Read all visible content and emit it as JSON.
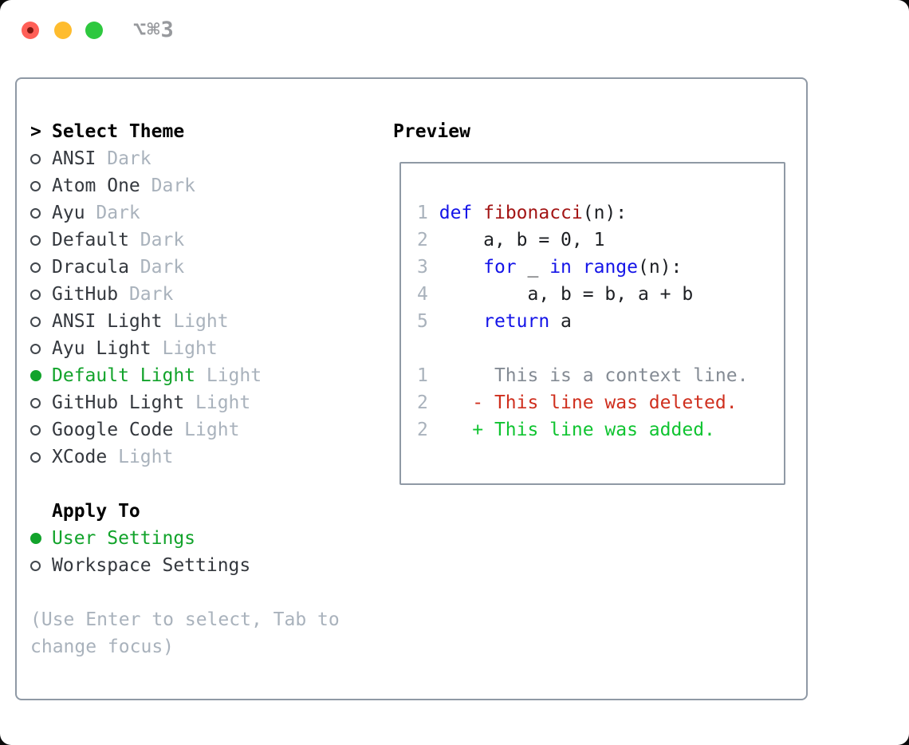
{
  "window": {
    "shortcut": "⌥⌘3"
  },
  "colors": {
    "backdrop": "#0a0a0a",
    "background": "#ffffff",
    "panel_border": "#8f99a5",
    "heading_text": "#000000",
    "item_text": "#34383e",
    "muted_text": "#a9b2bc",
    "context_text": "#848b94",
    "selected_green": "#12a32b",
    "added_green": "#10c431",
    "deleted_red": "#cf2f1e",
    "keyword_blue": "#1414e8",
    "function_red": "#a31515",
    "code_text": "#1d1f23",
    "traffic_red": "#ff5f57",
    "traffic_red_dot": "#801710",
    "traffic_yellow": "#febc2e",
    "traffic_green": "#2ec83f",
    "shortcut_text": "#97999d"
  },
  "theme_panel": {
    "prompt": ">",
    "title": "Select Theme",
    "items": [
      {
        "name": "ANSI",
        "variant": "Dark",
        "selected": false
      },
      {
        "name": "Atom One",
        "variant": "Dark",
        "selected": false
      },
      {
        "name": "Ayu",
        "variant": "Dark",
        "selected": false
      },
      {
        "name": "Default",
        "variant": "Dark",
        "selected": false
      },
      {
        "name": "Dracula",
        "variant": "Dark",
        "selected": false
      },
      {
        "name": "GitHub",
        "variant": "Dark",
        "selected": false
      },
      {
        "name": "ANSI Light",
        "variant": "Light",
        "selected": false
      },
      {
        "name": "Ayu Light",
        "variant": "Light",
        "selected": false
      },
      {
        "name": "Default Light",
        "variant": "Light",
        "selected": true
      },
      {
        "name": "GitHub Light",
        "variant": "Light",
        "selected": false
      },
      {
        "name": "Google Code",
        "variant": "Light",
        "selected": false
      },
      {
        "name": "XCode",
        "variant": "Light",
        "selected": false
      }
    ]
  },
  "apply_to": {
    "title": "Apply To",
    "options": [
      {
        "label": "User Settings",
        "selected": true
      },
      {
        "label": "Workspace Settings",
        "selected": false
      }
    ]
  },
  "help_text": [
    "(Use Enter to select, Tab to",
    "change focus)"
  ],
  "preview": {
    "title": "Preview",
    "lines": [
      {
        "number": "1",
        "tokens": [
          {
            "t": " ",
            "c": "plain"
          },
          {
            "t": "def",
            "c": "kw"
          },
          {
            "t": " ",
            "c": "plain"
          },
          {
            "t": "fibonacci",
            "c": "fn"
          },
          {
            "t": "(n):",
            "c": "plain"
          }
        ]
      },
      {
        "number": "2",
        "tokens": [
          {
            "t": "     a, b = 0, 1",
            "c": "plain"
          }
        ]
      },
      {
        "number": "3",
        "tokens": [
          {
            "t": "     ",
            "c": "plain"
          },
          {
            "t": "for",
            "c": "kw"
          },
          {
            "t": " _ ",
            "c": "plain"
          },
          {
            "t": "in",
            "c": "kw"
          },
          {
            "t": " ",
            "c": "plain"
          },
          {
            "t": "range",
            "c": "kw"
          },
          {
            "t": "(n):",
            "c": "plain"
          }
        ]
      },
      {
        "number": "4",
        "tokens": [
          {
            "t": "         a, b = b, a + b",
            "c": "plain"
          }
        ]
      },
      {
        "number": "5",
        "tokens": [
          {
            "t": "     ",
            "c": "plain"
          },
          {
            "t": "return",
            "c": "kw"
          },
          {
            "t": " a",
            "c": "plain"
          }
        ]
      },
      {
        "number": "",
        "tokens": []
      },
      {
        "number": "1",
        "tokens": [
          {
            "t": "      ",
            "c": "plain"
          },
          {
            "t": "This is a context line.",
            "c": "ctx"
          }
        ]
      },
      {
        "number": "2",
        "tokens": [
          {
            "t": "    ",
            "c": "plain"
          },
          {
            "t": "- This line was deleted.",
            "c": "del"
          }
        ]
      },
      {
        "number": "2",
        "tokens": [
          {
            "t": "    ",
            "c": "plain"
          },
          {
            "t": "+ This line was added.",
            "c": "add"
          }
        ]
      }
    ]
  }
}
